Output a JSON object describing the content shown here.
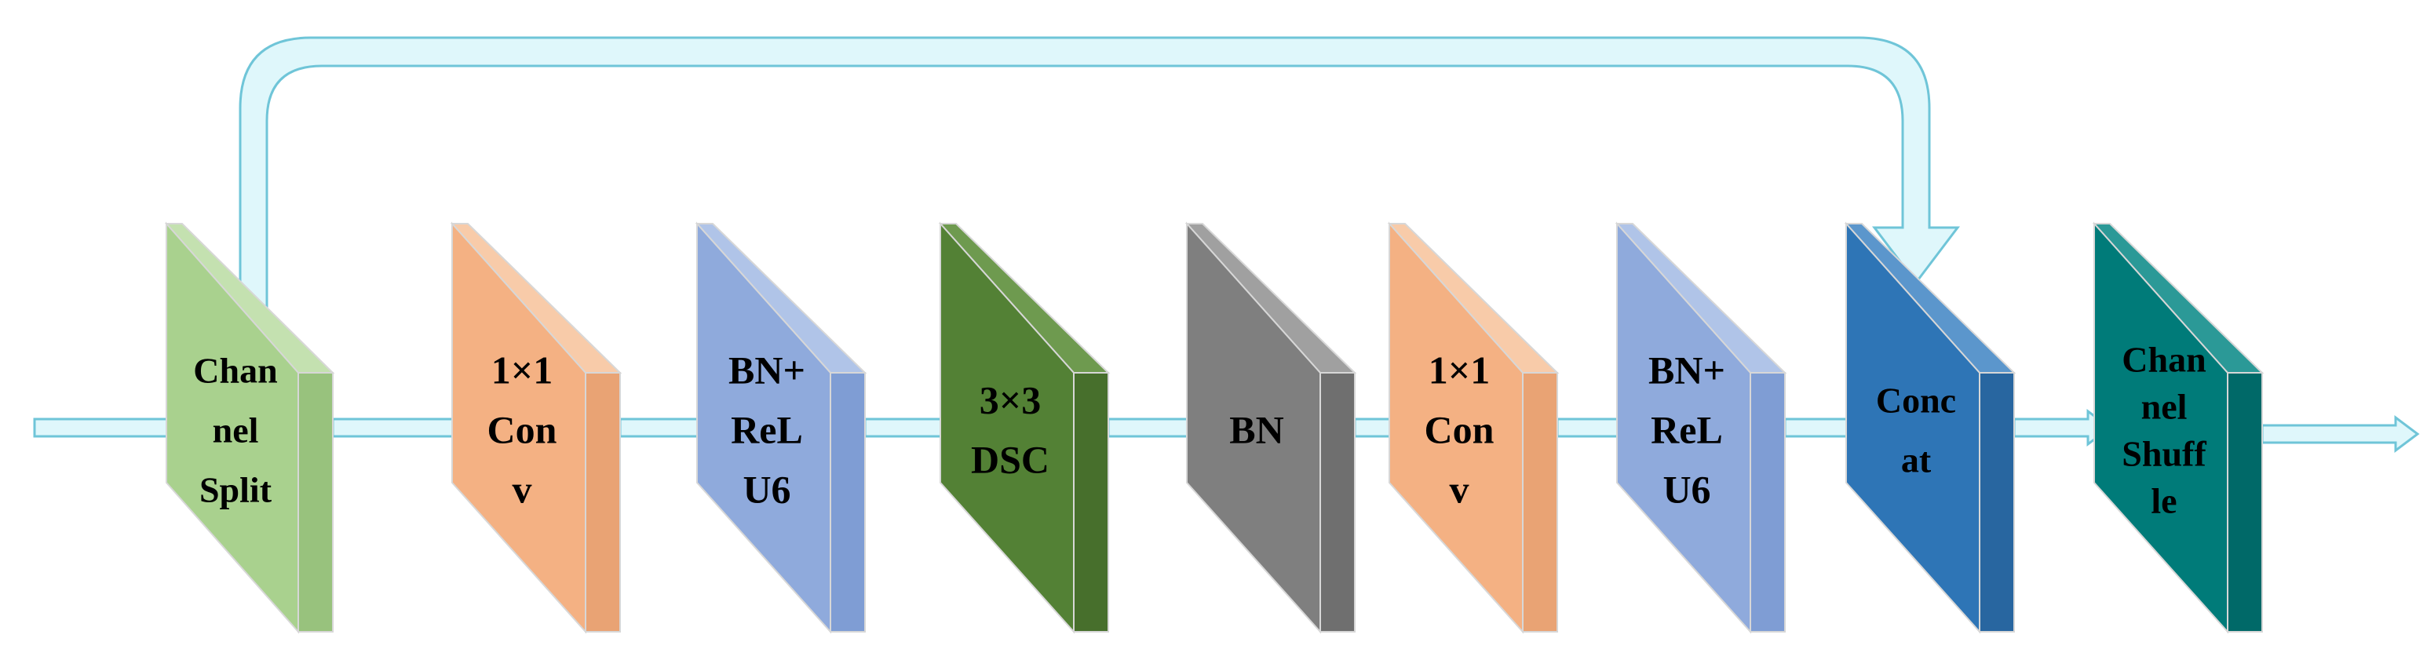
{
  "colors": {
    "arrow_fill": "#dff7fb",
    "arrow_stroke": "#6fc5d8",
    "block_edge": "#d7d7d7"
  },
  "blocks": [
    {
      "id": "channel-split",
      "lines": [
        "Chan",
        "nel",
        "Split"
      ],
      "face": "#a9d18e",
      "side": "#98c27d",
      "top": "#c4e1b0"
    },
    {
      "id": "conv-1x1-a",
      "lines": [
        "1×1",
        "Con",
        "v"
      ],
      "face": "#f4b183",
      "side": "#e9a374",
      "top": "#f8cba9"
    },
    {
      "id": "bn-relu6-a",
      "lines": [
        "BN+",
        "ReL",
        "U6"
      ],
      "face": "#8faadc",
      "side": "#7f9dd4",
      "top": "#b0c4e8"
    },
    {
      "id": "dsc-3x3",
      "lines": [
        "3×3",
        "DSC"
      ],
      "face": "#538135",
      "side": "#476f2c",
      "top": "#6e9a4f"
    },
    {
      "id": "bn",
      "lines": [
        "BN"
      ],
      "face": "#7f7f7f",
      "side": "#6f6f6f",
      "top": "#a0a0a0"
    },
    {
      "id": "conv-1x1-b",
      "lines": [
        "1×1",
        "Con",
        "v"
      ],
      "face": "#f4b183",
      "side": "#e9a374",
      "top": "#f8cba9"
    },
    {
      "id": "bn-relu6-b",
      "lines": [
        "BN+",
        "ReL",
        "U6"
      ],
      "face": "#8faadc",
      "side": "#7f9dd4",
      "top": "#b0c4e8"
    },
    {
      "id": "concat",
      "lines": [
        "Conc",
        "at"
      ],
      "face": "#2e75b6",
      "side": "#2866a0",
      "top": "#5b96cc"
    },
    {
      "id": "channel-shuffle",
      "lines": [
        "Chan",
        "nel",
        "Shuff",
        "le"
      ],
      "face": "#007b79",
      "side": "#006968",
      "top": "#2b9997"
    }
  ]
}
